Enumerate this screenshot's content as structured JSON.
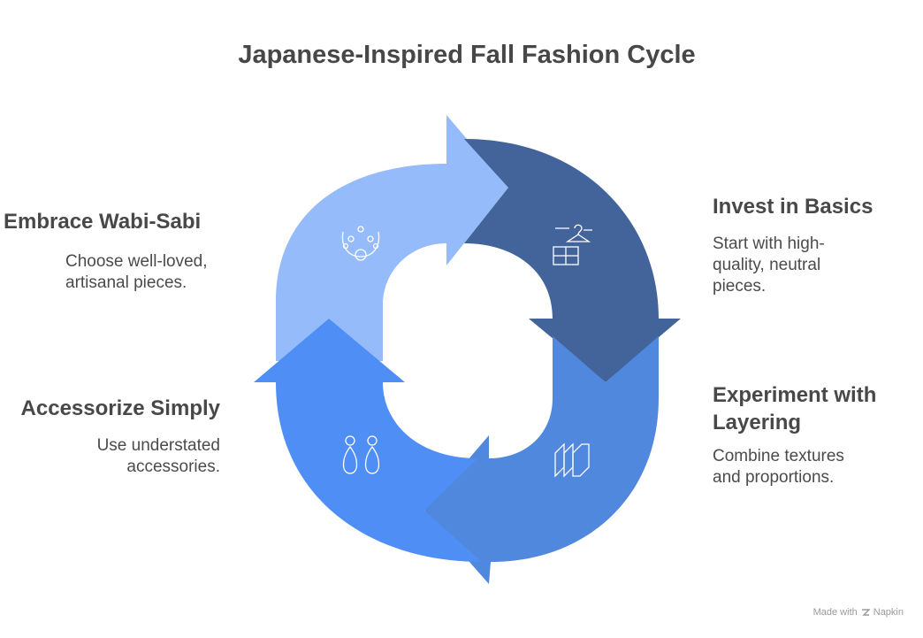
{
  "title": "Japanese-Inspired Fall Fashion Cycle",
  "steps": [
    {
      "title": "Invest in Basics",
      "desc": [
        "Start with high-",
        "quality, neutral",
        "pieces."
      ],
      "icon": "hanger-dresser-icon",
      "color": "#42649b"
    },
    {
      "title_lines": [
        "Experiment with",
        "Layering"
      ],
      "desc": [
        "Combine textures",
        "and proportions."
      ],
      "icon": "layers-icon",
      "color": "#5088dd"
    },
    {
      "title": "Accessorize Simply",
      "desc": [
        "Use understated",
        "accessories."
      ],
      "icon": "earrings-icon",
      "color": "#4f8ff5"
    },
    {
      "title": "Embrace Wabi-Sabi",
      "desc": [
        "Choose well-loved,",
        "artisanal pieces."
      ],
      "icon": "necklace-icon",
      "color": "#96bbfb"
    }
  ],
  "footer": {
    "made_with": "Made with",
    "brand": "Napkin"
  }
}
